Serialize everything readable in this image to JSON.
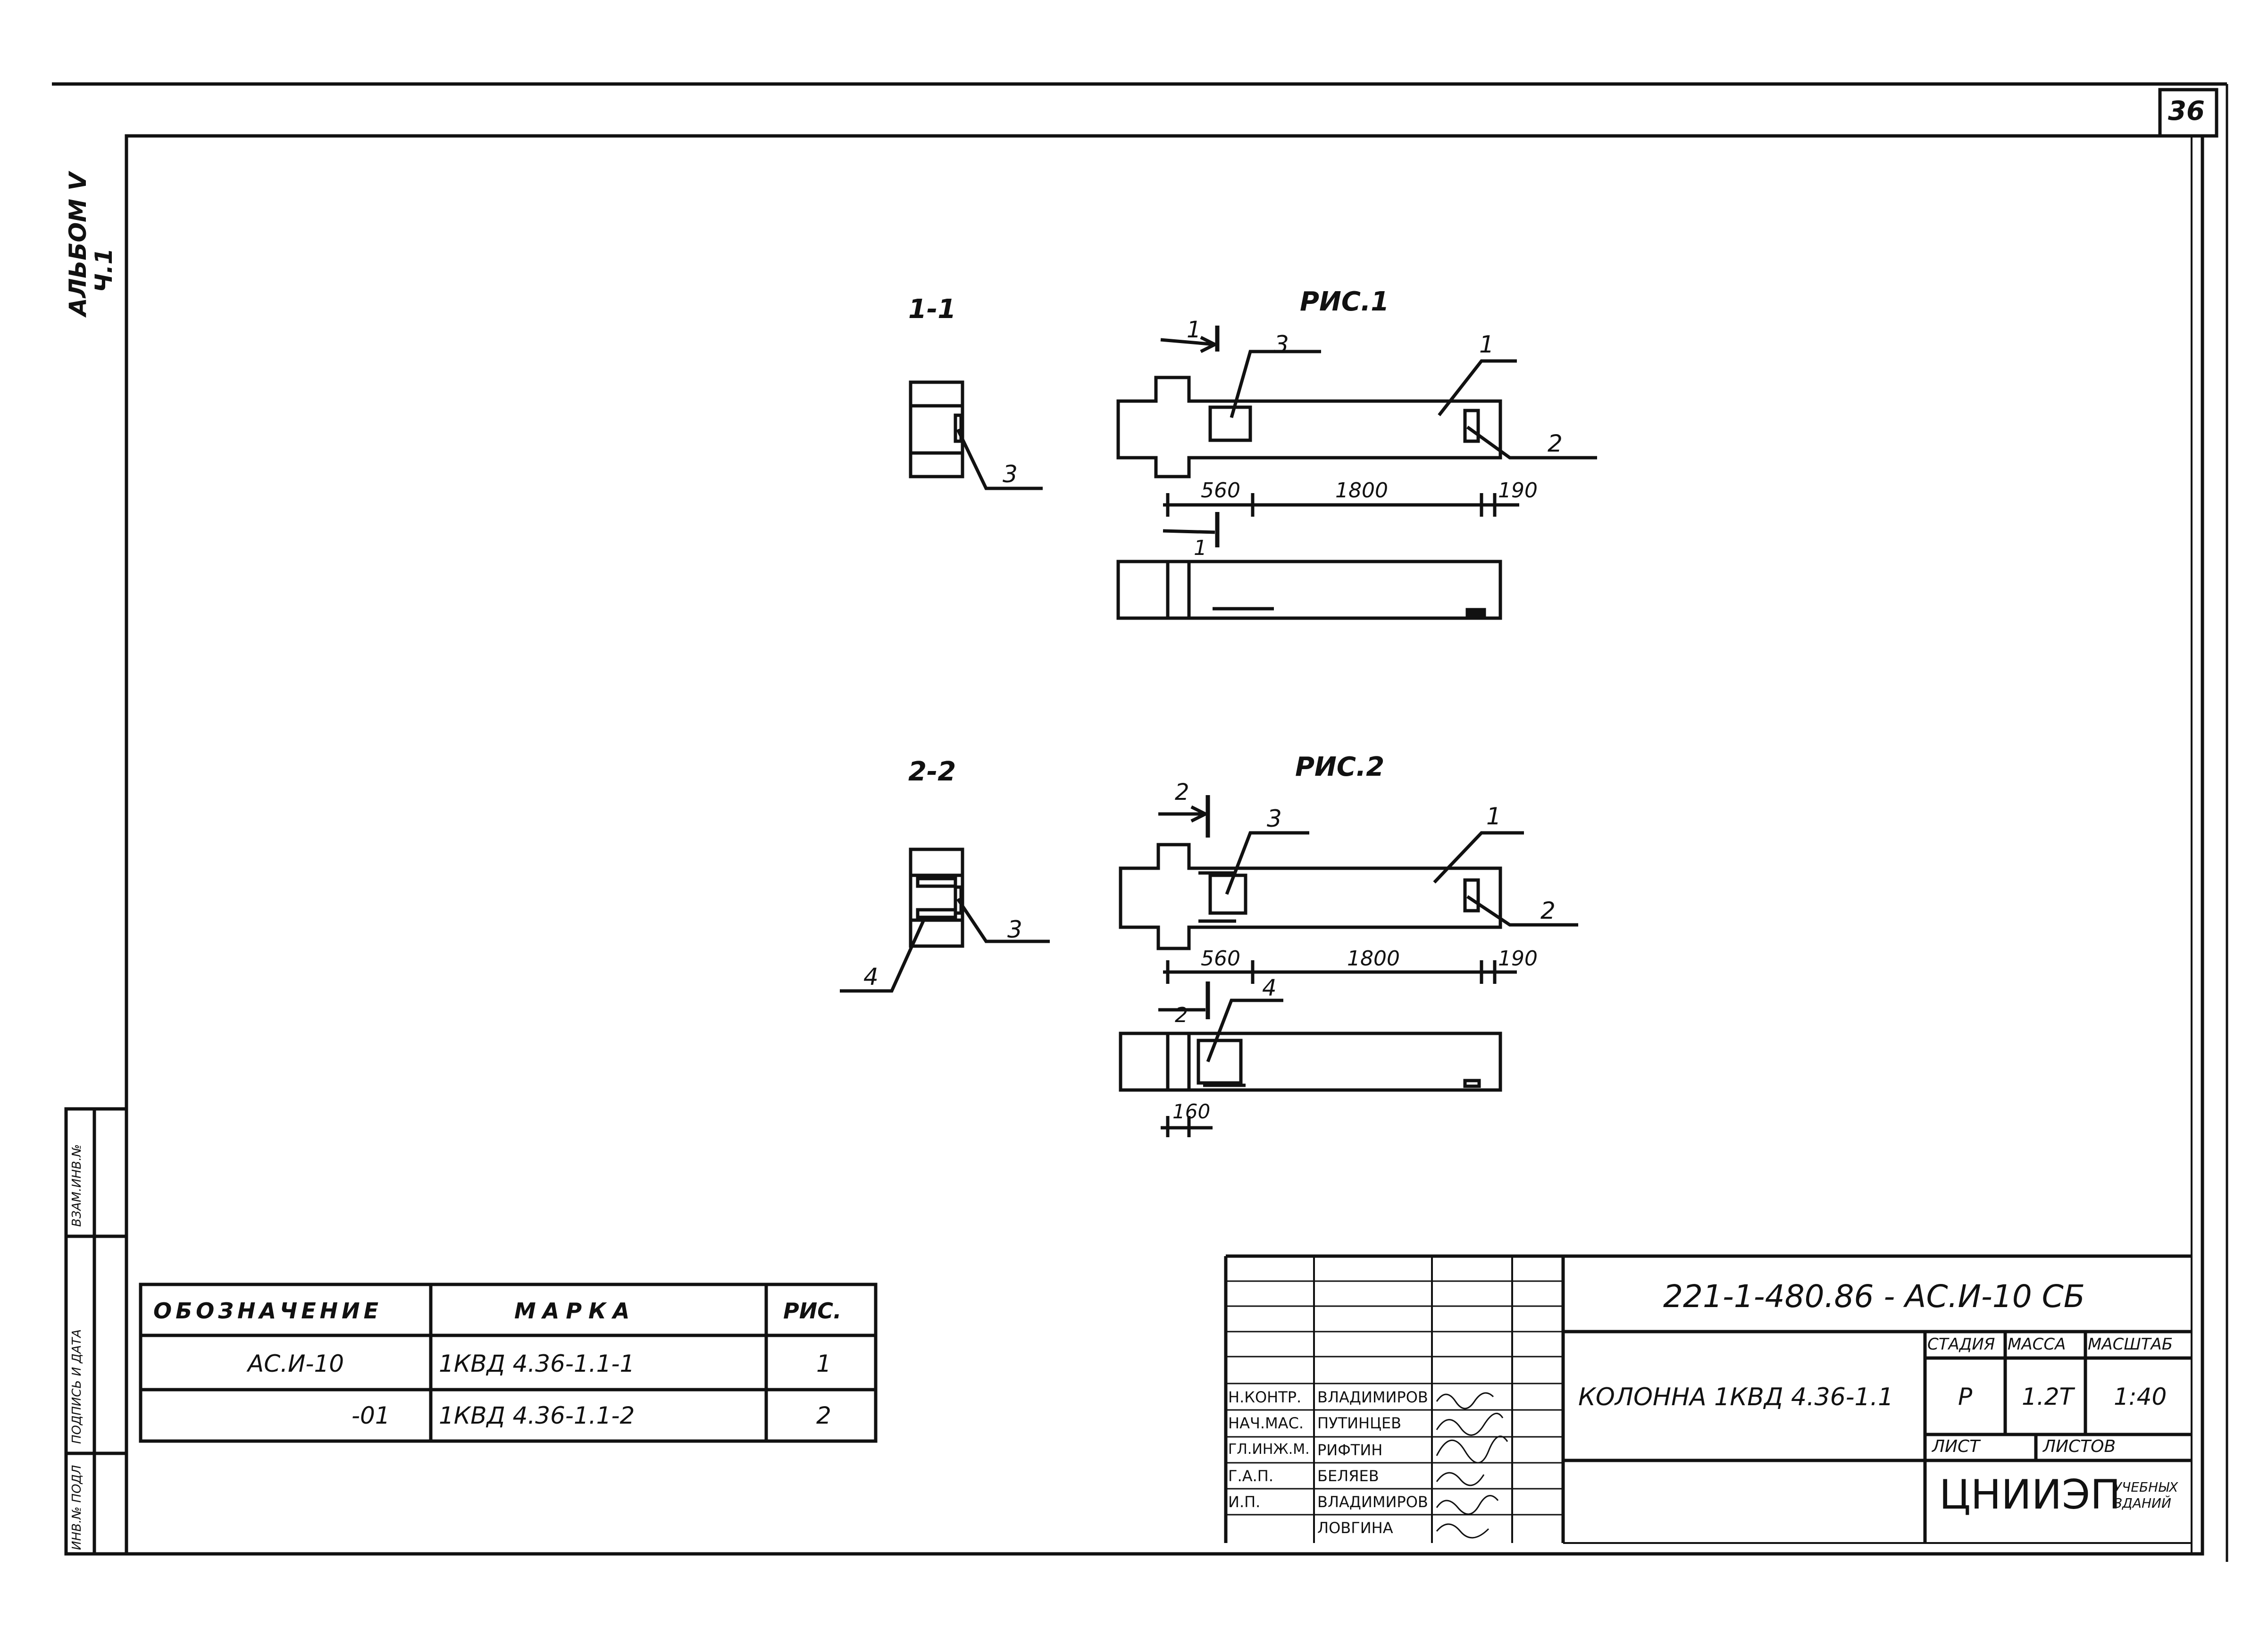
{
  "page": {
    "sheet_number": "36",
    "album_label": "АЛЬБОМ V",
    "album_part": "Ч.1"
  },
  "side_stamp": {
    "cells": [
      "ВЗАМ.ИНВ.№",
      "ПОДПИСЬ И ДАТА",
      "ИНВ.№ ПОДЛ"
    ]
  },
  "figures": {
    "section_1": "1-1",
    "fig1_title": "РИС.1",
    "section_2": "2-2",
    "fig2_title": "РИС.2",
    "dim_560": "560",
    "dim_1800": "1800",
    "dim_190": "190",
    "dim_160": "160",
    "callouts": {
      "c1": "1",
      "c2": "2",
      "c3": "3",
      "c4": "4"
    }
  },
  "spec_table": {
    "headers": [
      "ОБОЗНАЧЕНИЕ",
      "МАРКА",
      "РИС."
    ],
    "rows": [
      [
        "АС.И-10",
        "1КВД 4.36-1.1-1",
        "1"
      ],
      [
        "-01",
        "1КВД 4.36-1.1-2",
        "2"
      ]
    ]
  },
  "title_block": {
    "document_code": "221-1-480.86 - АС.И-10 СБ",
    "item_name": "КОЛОННА 1КВД 4.36-1.1",
    "stage_header": "СТАДИЯ",
    "mass_header": "МАССА",
    "scale_header": "МАСШТАБ",
    "stage": "Р",
    "mass": "1.2Т",
    "scale": "1:40",
    "sheet_header": "ЛИСТ",
    "sheets_header": "ЛИСТОВ",
    "organization": "ЦНИИЭП",
    "organization_sub": "УЧЕБНЫХ ЗДАНИЙ",
    "signatures": [
      {
        "role": "Н.КОНТР.",
        "name": "ВЛАДИМИРОВ"
      },
      {
        "role": "НАЧ.МАС.",
        "name": "ПУТИНЦЕВ"
      },
      {
        "role": "ГЛ.ИНЖ.М.",
        "name": "РИФТИН"
      },
      {
        "role": "Г.А.П.",
        "name": "БЕЛЯЕВ"
      },
      {
        "role": "И.П.",
        "name": "ВЛАДИМИРОВ"
      },
      {
        "role": "",
        "name": "ЛОВГИНА"
      }
    ]
  }
}
